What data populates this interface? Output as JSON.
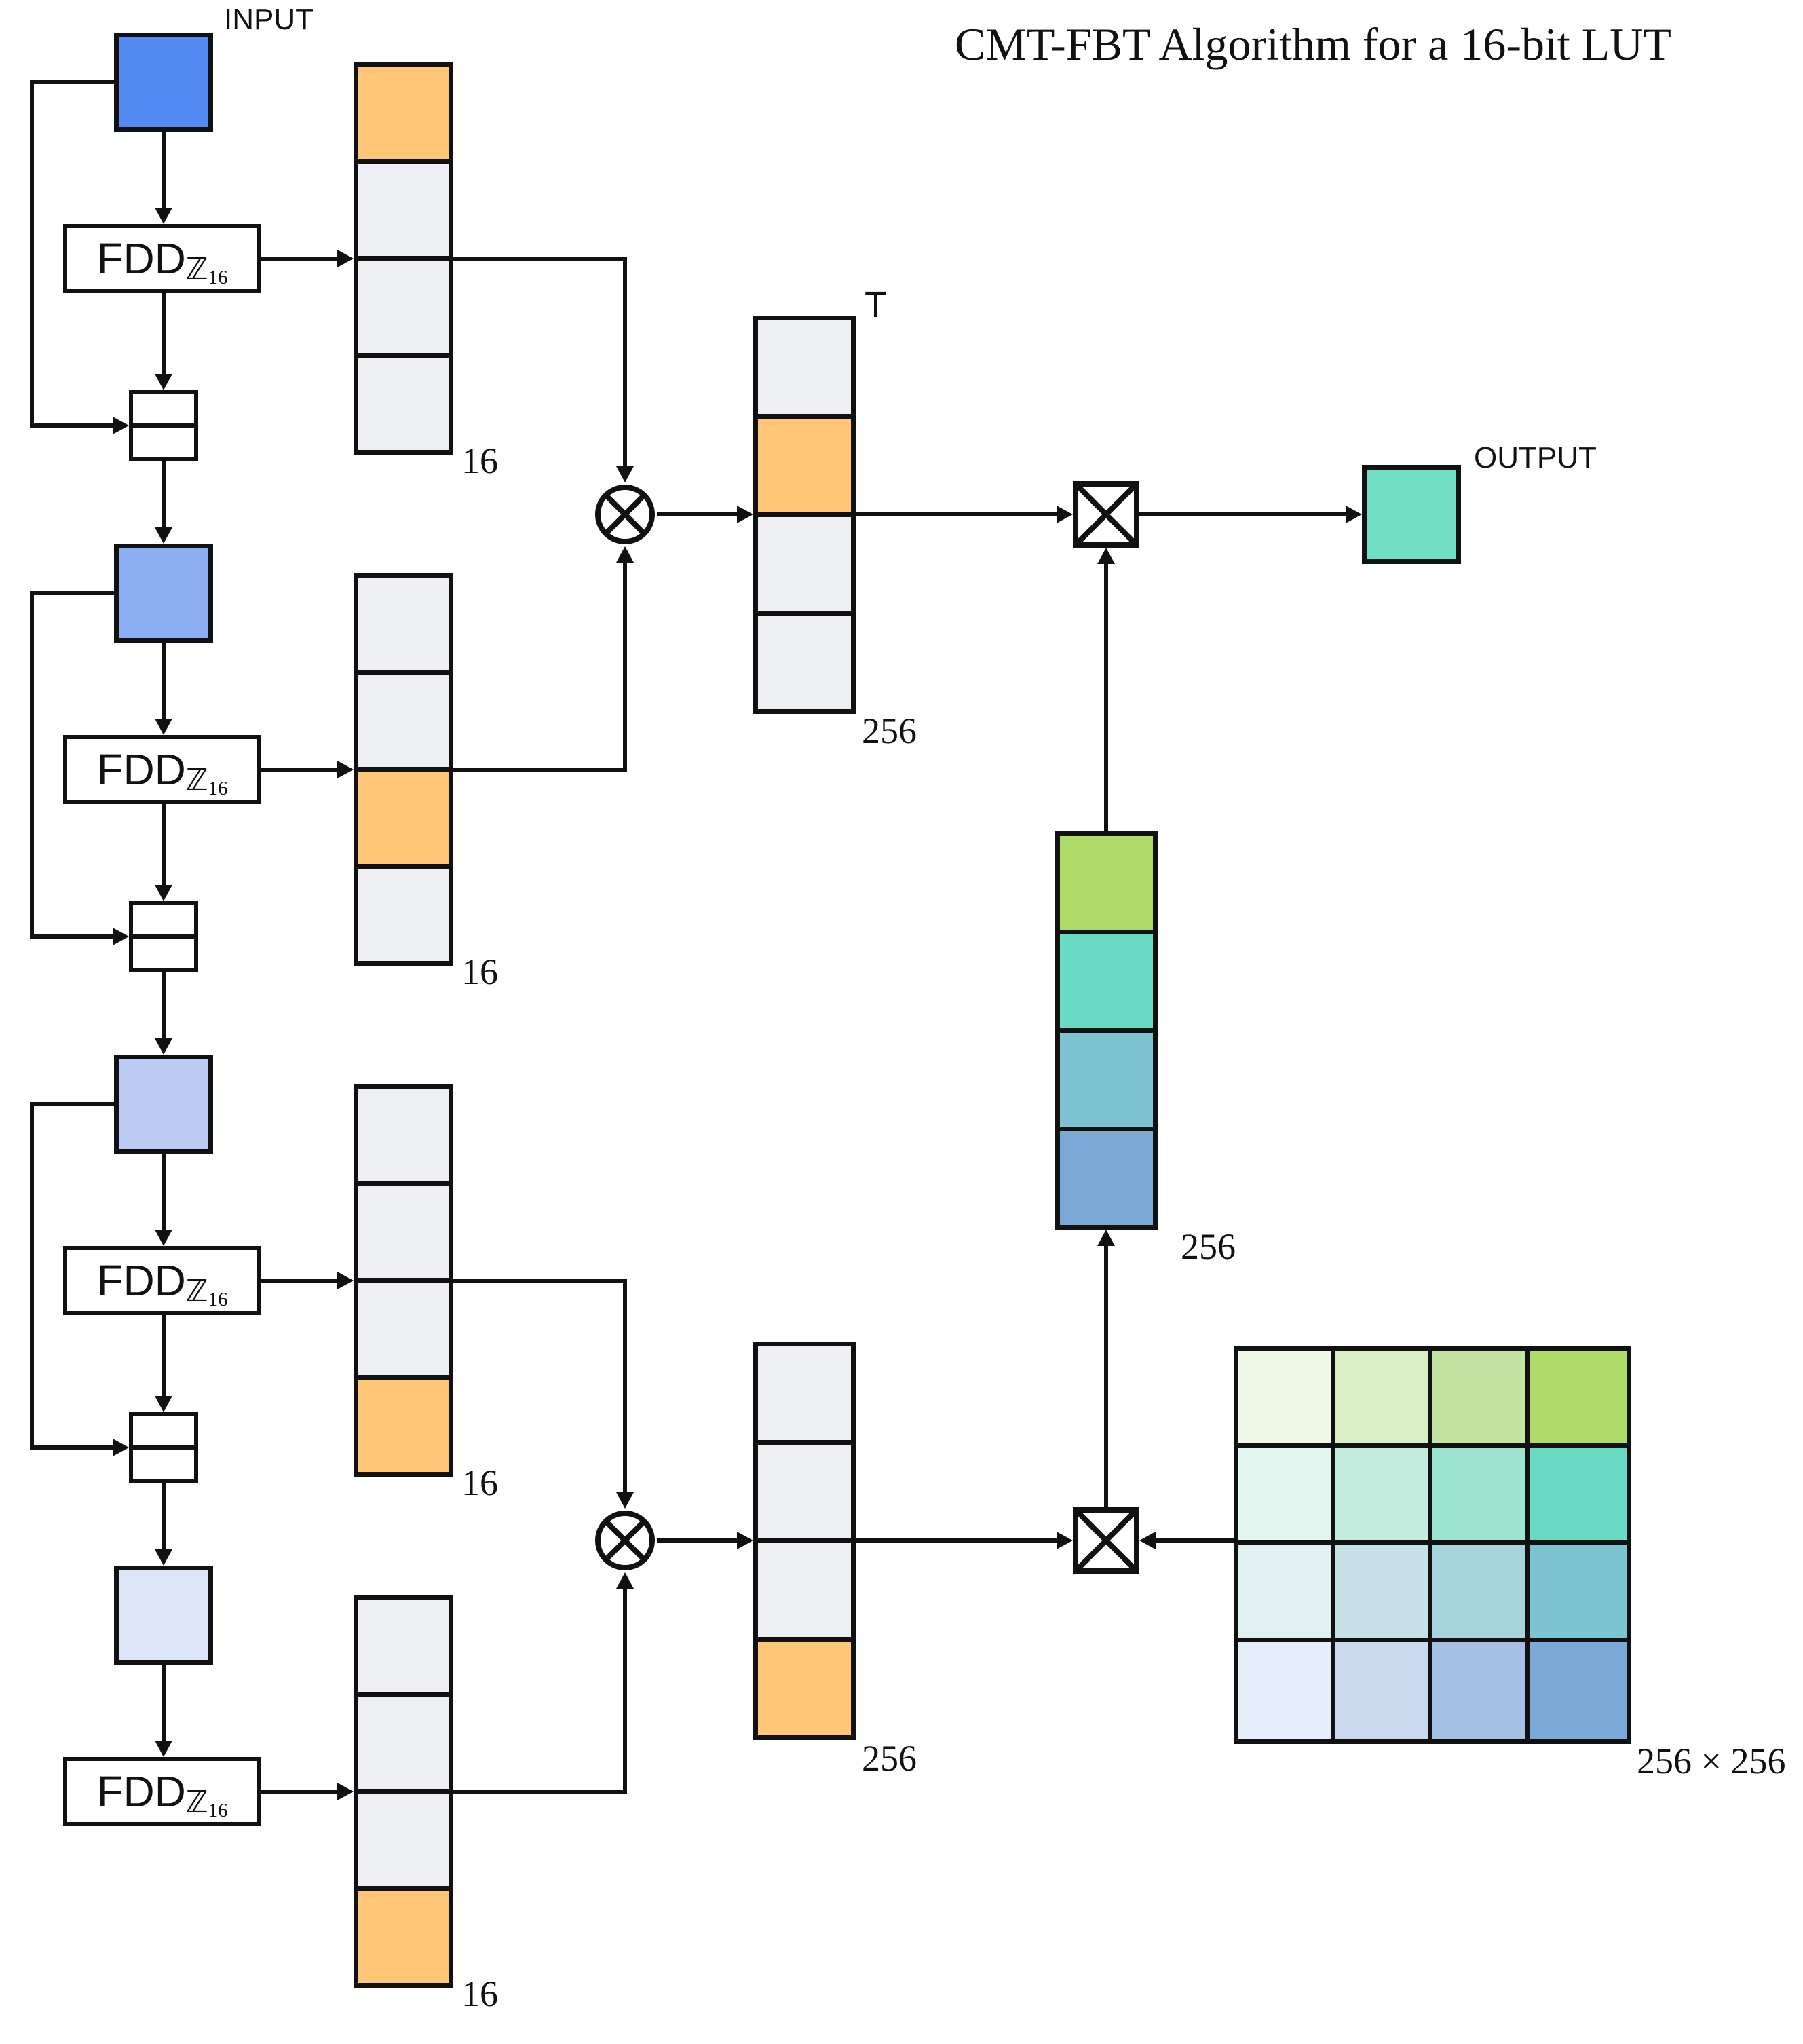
{
  "title": "CMT-FBT Algorithm for a 16-bit LUT",
  "labels": {
    "input": "INPUT",
    "output": "OUTPUT",
    "t_vector": "T",
    "dim16": "16",
    "dim256": "256",
    "dim256x256": "256 × 256"
  },
  "fdd": {
    "name": "FDD",
    "ring": "ℤ",
    "ring_index": "16"
  },
  "colors": {
    "input_squares": [
      "#548af2",
      "#8badf2",
      "#bcccf4",
      "#dde6f9"
    ],
    "highlight": "#fec676",
    "cell": "#eef0f4",
    "output": "#6fdcc4",
    "selected_column": [
      "#aeda69",
      "#68dbc2",
      "#7dc3d1",
      "#7aa9d5"
    ],
    "matrix": [
      [
        "#eff8e6",
        "#daeec6",
        "#c4e5a1",
        "#aeda69"
      ],
      [
        "#e4f6f0",
        "#c3ecdf",
        "#9de4d1",
        "#68dbc2"
      ],
      [
        "#e1f1f1",
        "#c6e1e6",
        "#a5d4dc",
        "#7dc3d1"
      ],
      [
        "#e6eef9",
        "#cad9ef",
        "#a4c0e3",
        "#7aa9d5"
      ]
    ],
    "stroke": "#111111"
  },
  "structure": {
    "stages": [
      {
        "fdd_label": "FDD ℤ16",
        "vector_size": "16",
        "highlighted_cell": 1
      },
      {
        "fdd_label": "FDD ℤ16",
        "vector_size": "16",
        "highlighted_cell": 3
      },
      {
        "fdd_label": "FDD ℤ16",
        "vector_size": "16",
        "highlighted_cell": 4
      },
      {
        "fdd_label": "FDD ℤ16",
        "vector_size": "16",
        "highlighted_cell": 4
      }
    ],
    "t_vector": {
      "label": "T",
      "size": "256",
      "highlighted_cell": 2
    },
    "product_vector": {
      "size": "256",
      "highlighted_cell": 4
    },
    "selected_column_vector": {
      "size": "256"
    },
    "lut_matrix": {
      "size": "256 × 256",
      "rows": 4,
      "cols": 4
    },
    "operators": [
      "tensor-product",
      "tensor-product",
      "matrix-vector-product",
      "matrix-vector-product"
    ]
  }
}
